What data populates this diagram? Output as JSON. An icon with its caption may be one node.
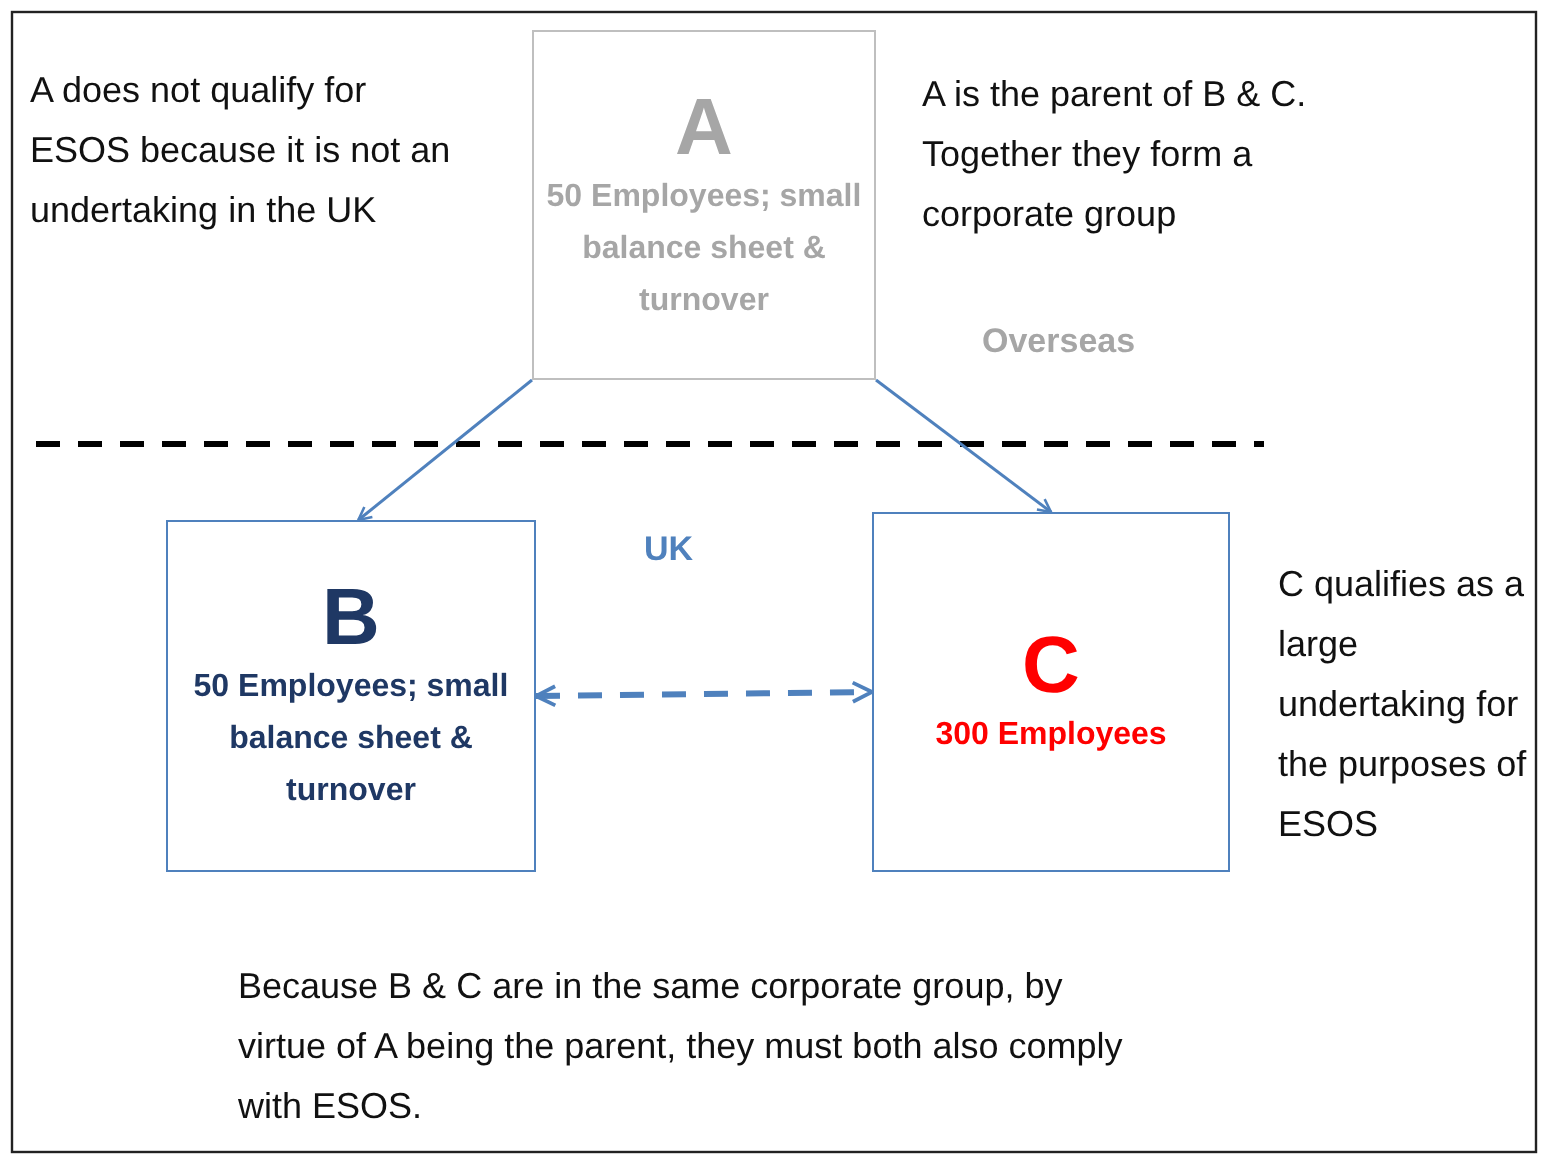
{
  "diagram": {
    "nodes": [
      {
        "text": [
          "A",
          "50 Employees; small balance sheet & turnover"
        ]
      },
      {
        "text": [
          "B",
          "50 Employees; small balance sheet & turnover"
        ]
      },
      {
        "text": [
          "C",
          "300 Employees"
        ]
      }
    ],
    "edges": [
      {
        "from": 0,
        "to": 1,
        "arrow": "to"
      },
      {
        "from": 0,
        "to": 2,
        "arrow": "to"
      },
      {
        "from": 1,
        "to": 2,
        "arrow": "both",
        "style": "dashed"
      }
    ],
    "labels": [
      "A does not qualify for ESOS because it is not an undertaking in the UK",
      "A is the parent of B & C. Together they form a corporate group",
      "Overseas",
      "UK",
      "C qualifies as a large undertaking for the purposes of ESOS",
      "Because B & C are in the same corporate group, by virtue of A being the parent, they must both also comply with ESOS."
    ]
  }
}
